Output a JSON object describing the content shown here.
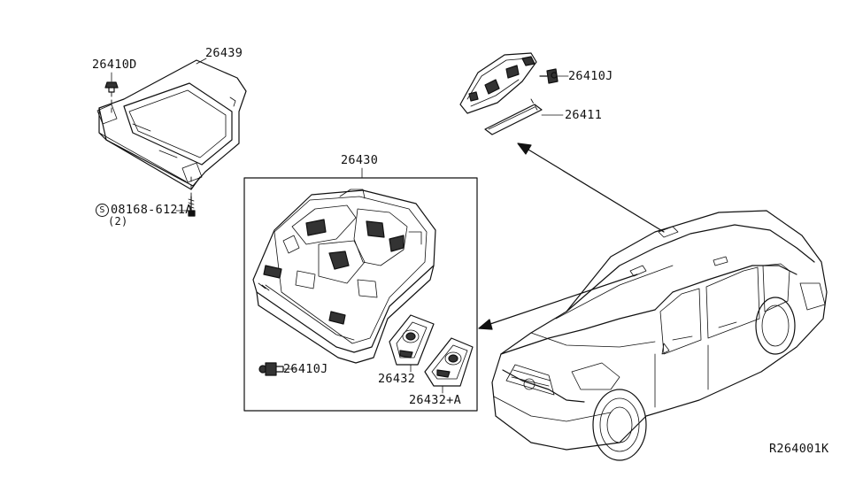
{
  "parts": {
    "clip_upper": "26410D",
    "bracket": "26439",
    "bolt_symbol": "S",
    "bolt": "08168-6121A",
    "bolt_qty": "(2)",
    "map_lamp_assembly": "26430",
    "clip_rear": "26410J",
    "rear_lamp_lens": "26411",
    "clip_lower": "26410J",
    "bezel": "26432",
    "bezel_alt": "26432+A"
  },
  "diagram_code": "R264001K"
}
